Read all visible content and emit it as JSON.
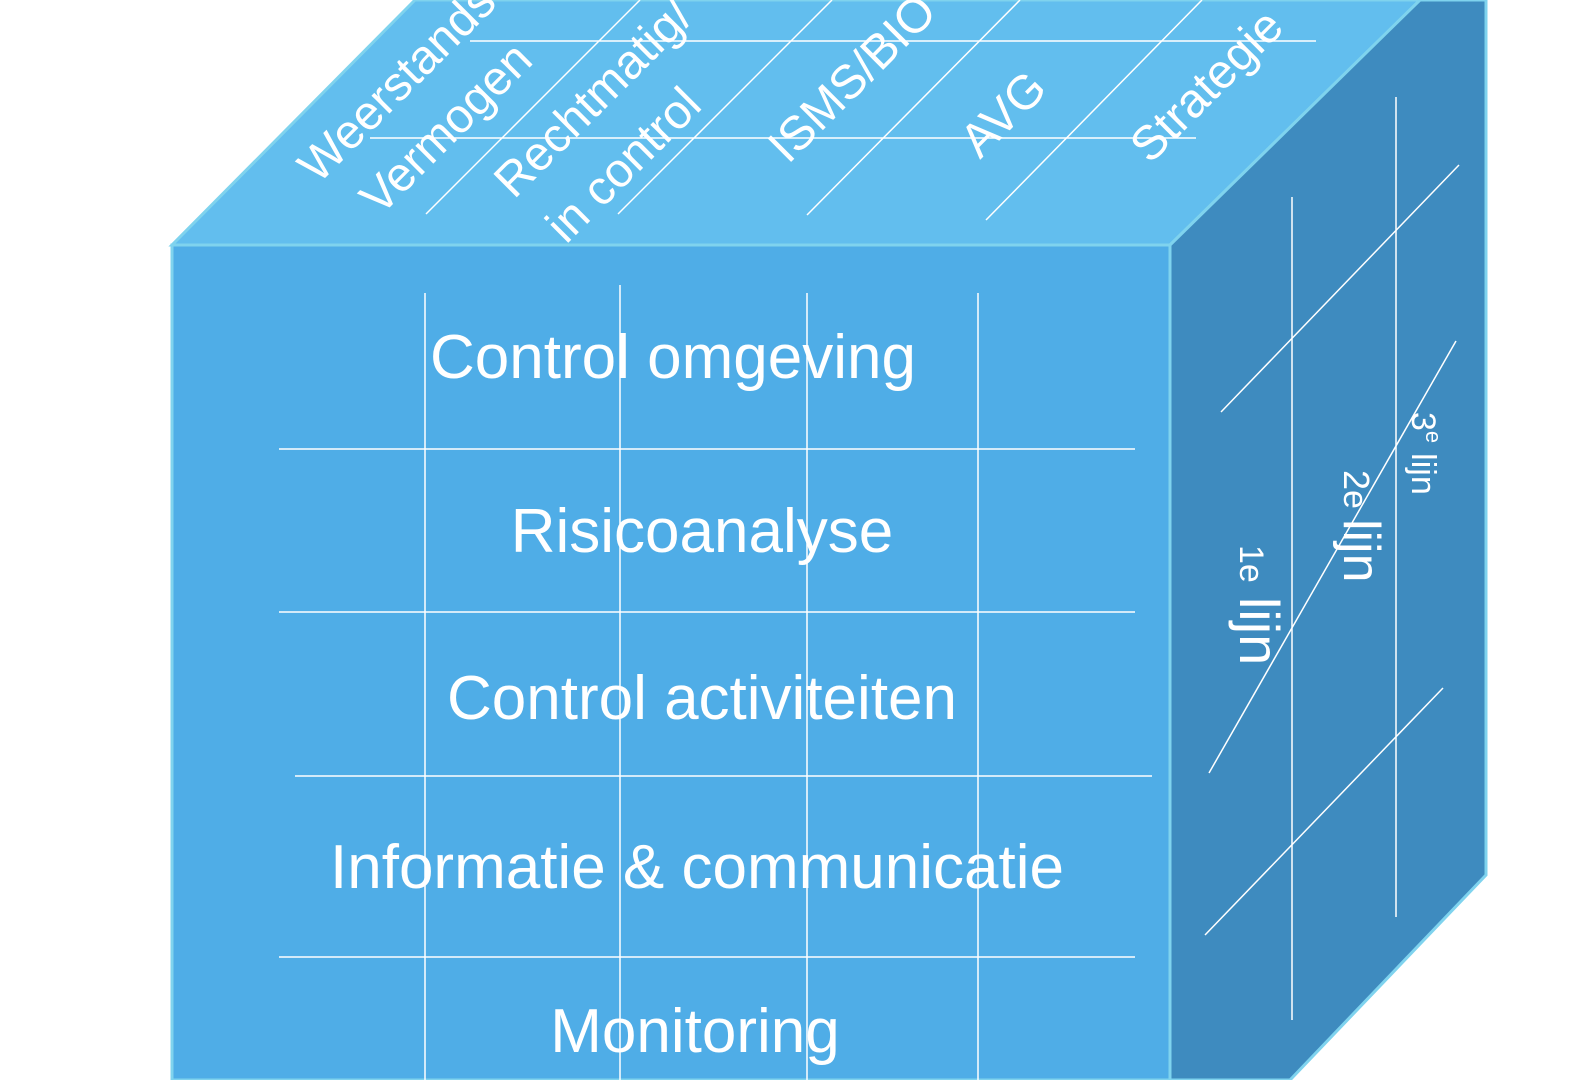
{
  "colors": {
    "front_face": "#4FADE7",
    "top_face": "#62BEEE",
    "side_face": "#3E8BBF",
    "edge": "#7FD3EE",
    "grid": "#FFFFFF",
    "text": "#FFFFFF"
  },
  "front": {
    "rows": [
      {
        "label": "Control omgeving"
      },
      {
        "label": "Risicoanalyse"
      },
      {
        "label": "Control activiteiten"
      },
      {
        "label": "Informatie & communicatie"
      },
      {
        "label": "Monitoring"
      }
    ]
  },
  "top": {
    "columns": [
      {
        "line1": "Weerstands",
        "line2": "Vermogen"
      },
      {
        "line1": "Rechtmatig/",
        "line2": "in control"
      },
      {
        "line1": "ISMS/BIO",
        "line2": ""
      },
      {
        "line1": "AVG",
        "line2": ""
      },
      {
        "line1": "Strategie",
        "line2": ""
      }
    ]
  },
  "side": {
    "lines": [
      {
        "number": "3",
        "sup": "e",
        "word": "lijn"
      },
      {
        "number": "2",
        "sup": "e",
        "word": "lijn"
      },
      {
        "number": "1",
        "sup": "e",
        "word": "lijn"
      }
    ]
  }
}
